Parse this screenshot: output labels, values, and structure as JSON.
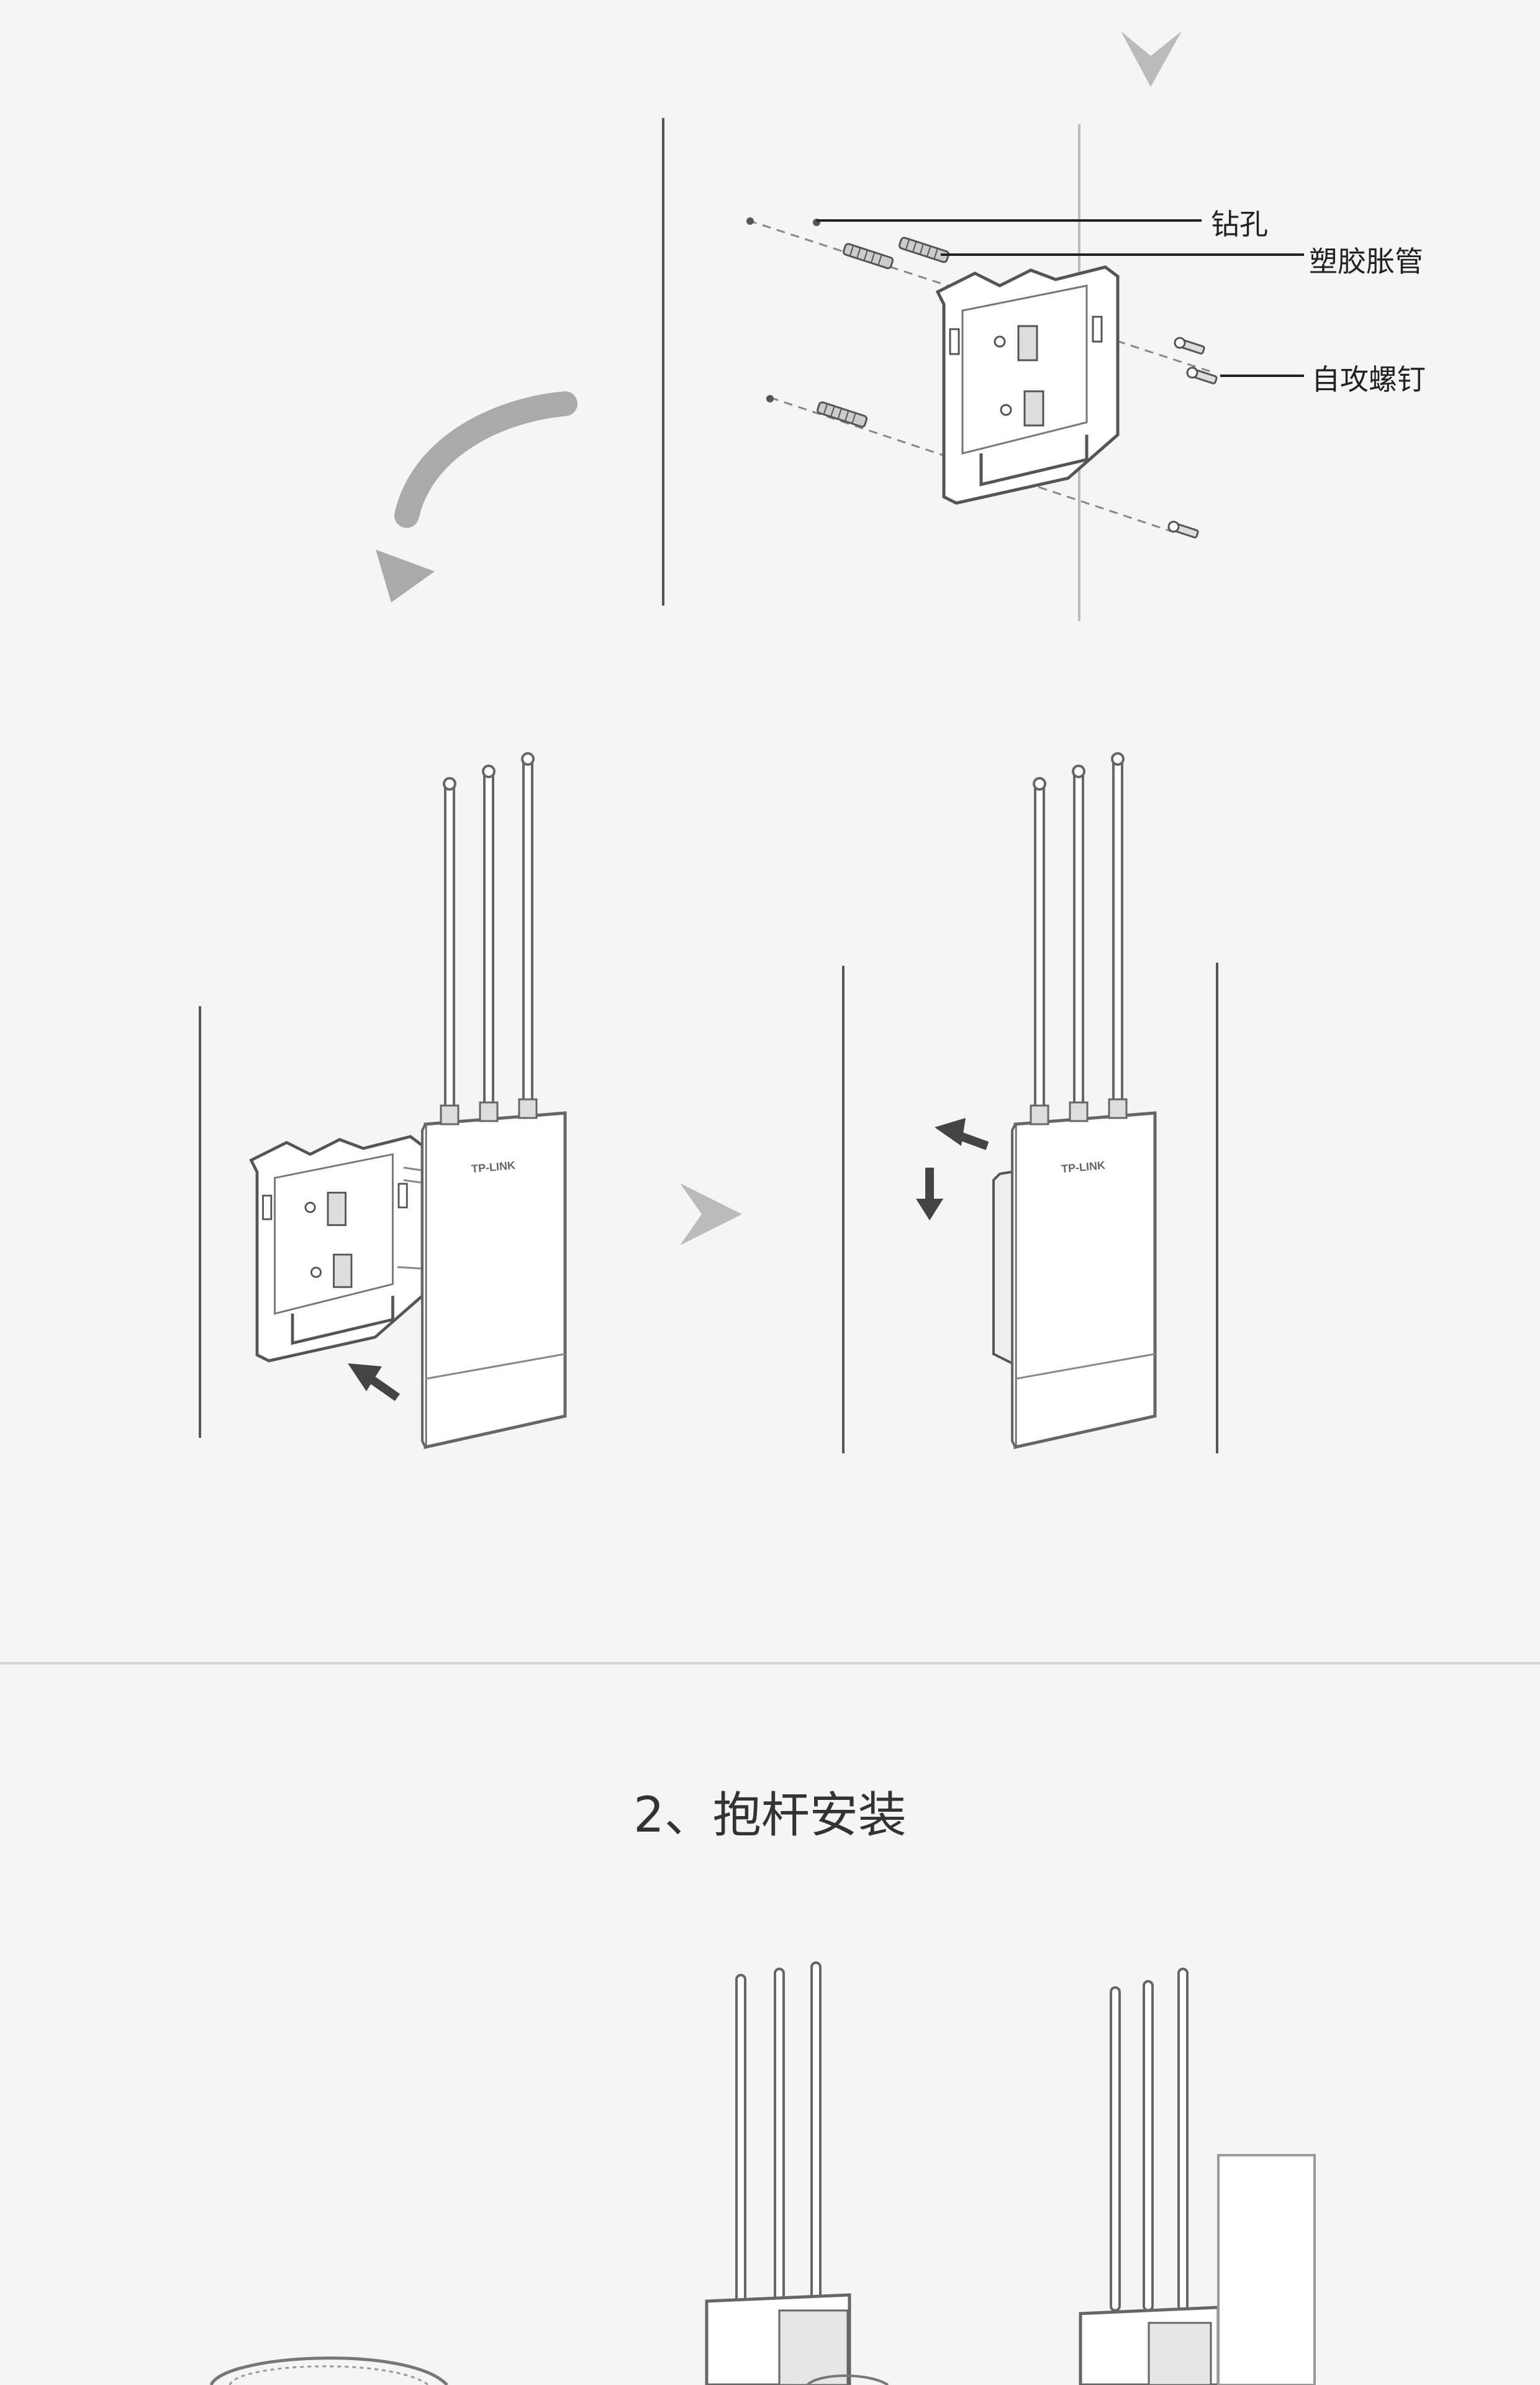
{
  "wall_mount": {
    "callouts": {
      "drill_hole": "钻孔",
      "plastic_anchor": "塑胶胀管",
      "self_tapping_screw": "自攻螺钉"
    },
    "brand": "TP-LINK"
  },
  "pole_mount": {
    "section_title": "2、抱杆安装"
  }
}
